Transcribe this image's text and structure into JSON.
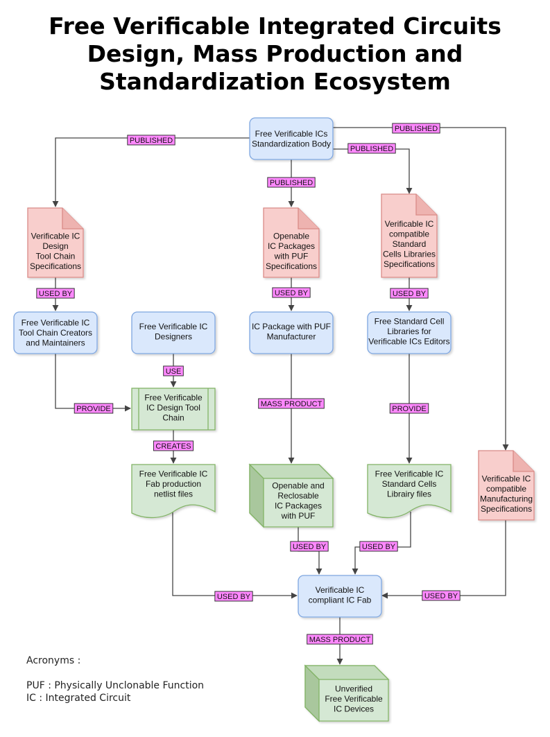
{
  "title": {
    "line1": "Free Verificable Integrated Circuits",
    "line2": "Design, Mass Production and",
    "line3": "Standardization Ecosystem"
  },
  "colors": {
    "blue_fill": "#dae8fc",
    "blue_stroke": "#7ea6e0",
    "red_fill": "#f8cecc",
    "red_stroke": "#d98a87",
    "green_fill": "#d5e8d4",
    "green_stroke": "#82b366",
    "label_fill": "#ff88ff",
    "edge": "#444444"
  },
  "nodes": {
    "standardization_body": [
      "Free Verificable ICs",
      "Standardization Body"
    ],
    "toolchain_specs": [
      "Verificable IC",
      "Design",
      "Tool Chain",
      "Specifications"
    ],
    "packages_specs": [
      "Openable",
      "IC Packages",
      "with PUF",
      "Specifications"
    ],
    "cells_specs": [
      "Verificable IC",
      "compatible",
      "Standard",
      "Cells Libraries",
      "Specifications"
    ],
    "manufacturing_specs": [
      "Verificable IC",
      "compatible",
      "Manufacturing",
      "Specifications"
    ],
    "toolchain_creators": [
      "Free Verificable IC",
      "Tool Chain Creators",
      "and Maintainers"
    ],
    "designers": [
      "Free Verificable IC",
      "Designers"
    ],
    "package_manufacturer": [
      "IC Package with PUF",
      "Manufacturer"
    ],
    "cell_editors": [
      "Free Standard Cell",
      "Libraries for",
      "Verificable ICs Editors"
    ],
    "design_toolchain": [
      "Free Verificable",
      "IC Design Tool",
      "Chain"
    ],
    "netlist_files": [
      "Free Verificable IC",
      "Fab production",
      "netlist files"
    ],
    "packages": [
      "Openable and",
      "Reclosable",
      "IC Packages",
      "with PUF"
    ],
    "cell_files": [
      "Free Verificable IC",
      "Standard Cells",
      "Librairy files"
    ],
    "fab": [
      "Verificable IC",
      "compliant IC Fab"
    ],
    "devices": [
      "Unverified",
      "Free Verificable",
      "IC Devices"
    ]
  },
  "edge_labels": {
    "published": "PUBLISHED",
    "used_by": "USED BY",
    "use": "USE",
    "provide": "PROVIDE",
    "creates": "CREATES",
    "mass_product": "MASS PRODUCT"
  },
  "acronyms": {
    "heading": "Acronyms :",
    "puf": "PUF : Physically Unclonable Function",
    "ic": "IC : Integrated Circuit"
  }
}
